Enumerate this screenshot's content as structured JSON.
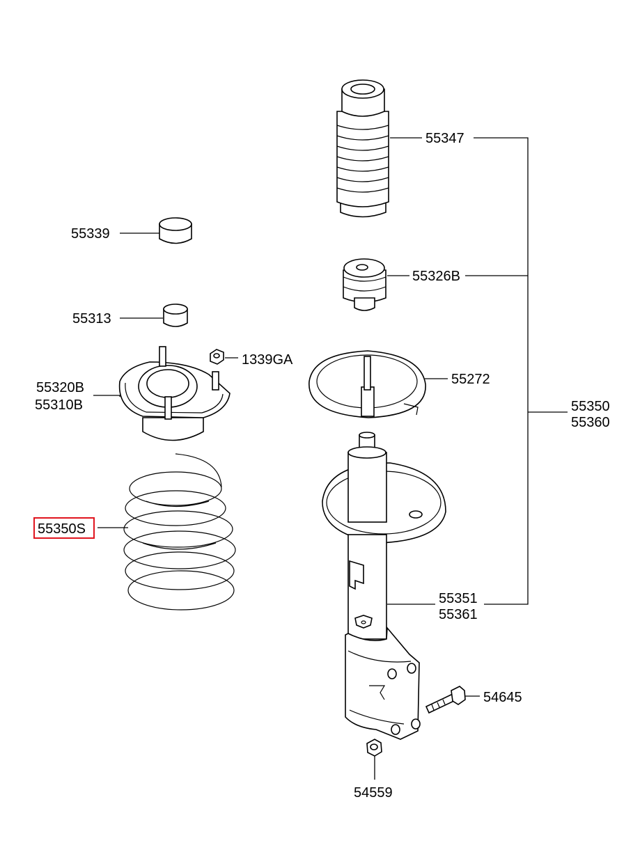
{
  "labels": {
    "p55347": "55347",
    "p55339": "55339",
    "p55326B": "55326B",
    "p55313": "55313",
    "p1339GA": "1339GA",
    "p55320B": "55320B",
    "p55310B": "55310B",
    "p55272": "55272",
    "p55350": "55350",
    "p55360": "55360",
    "p55350S": "55350S",
    "p55351": "55351",
    "p55361": "55361",
    "p54645": "54645",
    "p54559": "54559"
  },
  "highlight": {
    "part": "55350S",
    "color": "#e0141e"
  }
}
